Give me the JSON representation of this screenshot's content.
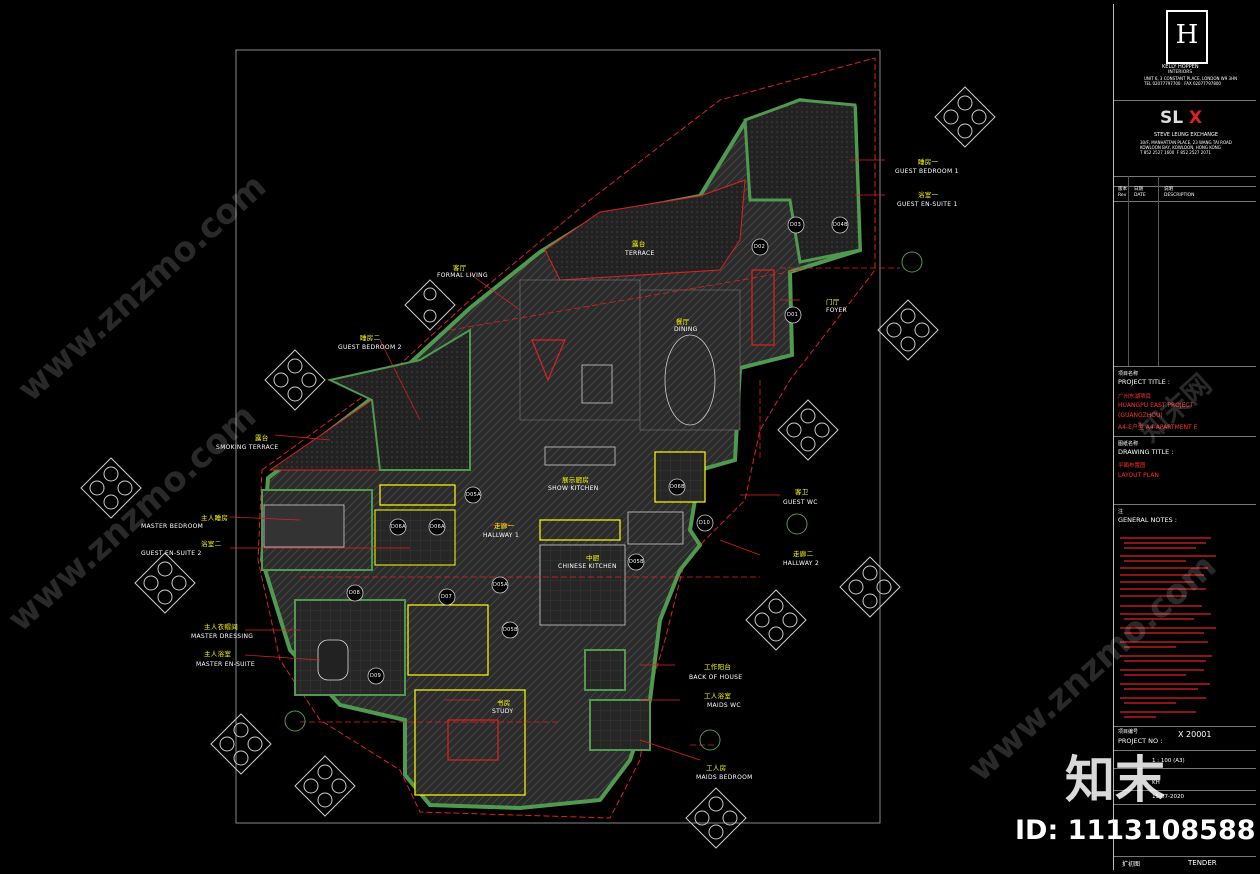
{
  "labels": {
    "formal_living_cn": "客厅",
    "formal_living_en": "FORMAL LIVING",
    "terrace_cn": "露台",
    "terrace_en": "TERRACE",
    "dining_cn": "餐厅",
    "dining_en": "DINING",
    "foyer_cn": "门厅",
    "foyer_en": "FOYER",
    "guest_bedroom1_cn": "睡房一",
    "guest_bedroom1_en": "GUEST BEDROOM 1",
    "guest_ensuite1_cn": "浴室一",
    "guest_ensuite1_en": "GUEST EN-SUITE 1",
    "guest_bedroom2_cn": "睡房二",
    "guest_bedroom2_en": "GUEST BEDROOM 2",
    "smoking_terrace_cn": "露台",
    "smoking_terrace_en": "SMOKING TERRACE",
    "master_bedroom_cn": "主人睡房",
    "master_bedroom_en": "MASTER BEDROOM",
    "guest_ensuite2_cn": "浴室二",
    "guest_ensuite2_en": "GUEST EN-SUITE 2",
    "master_dressing_cn": "主人衣帽间",
    "master_dressing_en": "MASTER DRESSING",
    "master_ensuite_cn": "主人浴室",
    "master_ensuite_en": "MASTER EN-SUITE",
    "show_kitchen_cn": "展示厨房",
    "show_kitchen_en": "SHOW KITCHEN",
    "hallway1_cn": "走廊一",
    "hallway1_en": "HALLWAY 1",
    "chinese_kitchen_cn": "中厨",
    "chinese_kitchen_en": "CHINESE KITCHEN",
    "guest_wc_cn": "客卫",
    "guest_wc_en": "GUEST WC",
    "hallway2_cn": "走廊二",
    "hallway2_en": "HALLWAY 2",
    "back_of_house_cn": "工作阳台",
    "back_of_house_en": "BACK OF HOUSE",
    "maids_wc_cn": "工人浴室",
    "maids_wc_en": "MAIDS WC",
    "maids_bedroom_cn": "工人房",
    "maids_bedroom_en": "MAIDS BEDROOM",
    "study_cn": "书房",
    "study_en": "STUDY"
  },
  "door_tags": [
    "D01",
    "D02",
    "D03",
    "D04B",
    "D05A",
    "D06A",
    "D06A",
    "D05A",
    "D05B",
    "D05B",
    "D07",
    "D08",
    "D09",
    "D10",
    "D06B"
  ],
  "titleblock": {
    "firm_name": "KELLY HOPPEN",
    "firm_sub": "INTERIORS",
    "firm_address": "UNIT 6, 3 CONSTANT PLACE, LONDON W9 3HN\nTEL 02077797700   FAX 02077797800",
    "slx_logo": "SL X",
    "slx_name": "STEVE LEUNG EXCHANGE",
    "slx_address": "30/F, MANHATTAN PLACE, 23 WANG TAI ROAD\nKOWLOON BAY, KOWLOON, HONG KONG\nT 852 2527 1600  F 852 2527 2071",
    "rev_header_cols": [
      "版本",
      "日期",
      "说明"
    ],
    "rev_header_en": [
      "Rev",
      "DATE",
      "DESCRIPTION"
    ],
    "project_title_cn": "项目名称",
    "project_title_en": "PROJECT TITLE :",
    "project_title_value1": "广州东湖项目",
    "project_title_value2": "HUANGPU EAST PROJECT",
    "project_title_value3": "(GUANGZHOU)",
    "project_title_value4": "A4-E户型  A4-APARTMENT E",
    "drawing_title_cn": "图纸名称",
    "drawing_title_en": "DRAWING TITLE :",
    "drawing_title_value_cn": "平面布置图",
    "drawing_title_value_en": "LAYOUT PLAN",
    "general_notes_cn": "注",
    "general_notes_en": "GENERAL NOTES :",
    "project_no_cn": "项目编号",
    "project_no_en": "PROJECT NO :",
    "project_no_value": "X 20001",
    "scale_value": "1 : 100 (A3)",
    "drawn_value": "KH",
    "date_value": "15-07-2020",
    "stage_cn": "扩初图",
    "stage_en": "TENDER"
  },
  "watermark": {
    "site": "www.znzmo.com",
    "site_cn": "知末网",
    "brand_cn": "知末",
    "id_text": "ID: 1113108588"
  },
  "colors": {
    "wall_green": "#4f9a4f",
    "outline_red": "#e02020",
    "text_yellow": "#ffff00",
    "fill_grey": "#3a3a3a",
    "line_white": "#ffffff"
  }
}
